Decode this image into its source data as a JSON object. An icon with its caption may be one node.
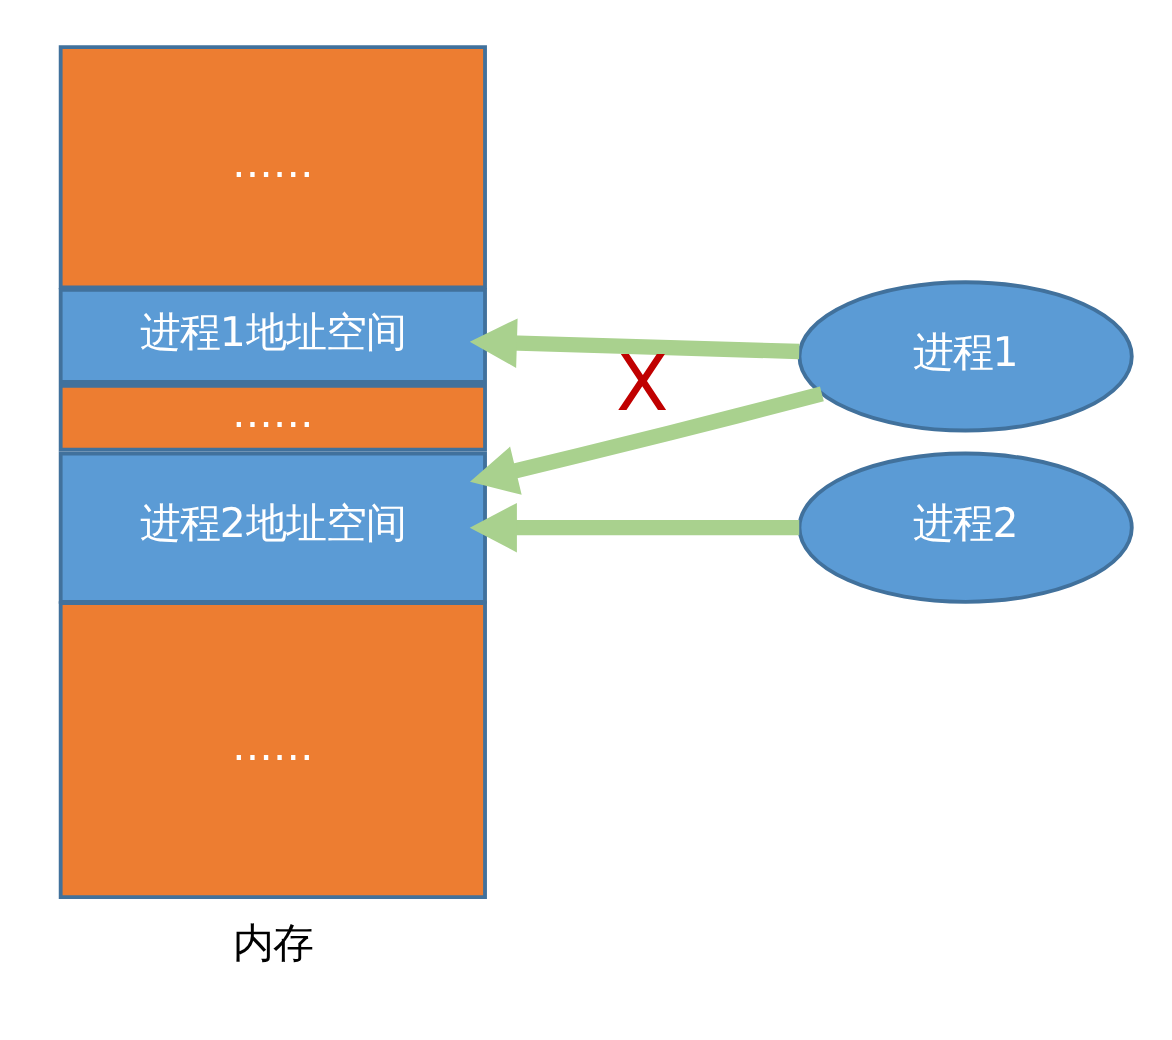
{
  "diagram": {
    "nodes": [
      {
        "text": [
          "……"
        ]
      },
      {
        "text": [
          "进程1地址空间"
        ]
      },
      {
        "text": [
          "……"
        ]
      },
      {
        "text": [
          "进程2地址空间"
        ]
      },
      {
        "text": [
          "……"
        ]
      },
      {
        "text": [
          "进程1"
        ]
      },
      {
        "text": [
          "进程2"
        ]
      }
    ],
    "edges": [
      {
        "from": 5,
        "to": 1,
        "arrow": "to"
      },
      {
        "from": 5,
        "to": 3,
        "arrow": "to",
        "label": "X"
      },
      {
        "from": 6,
        "to": 3,
        "arrow": "to"
      }
    ],
    "labels": [
      "内存"
    ]
  }
}
